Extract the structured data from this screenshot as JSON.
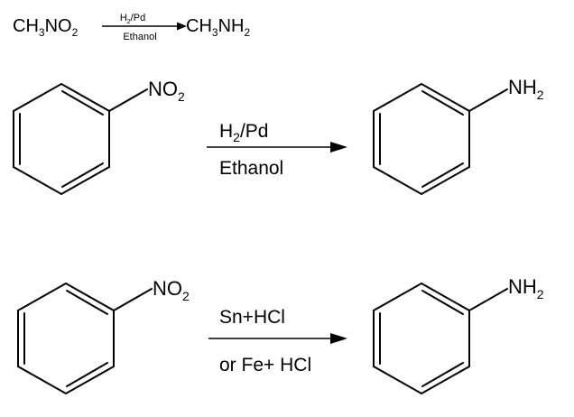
{
  "reaction1": {
    "reactant": {
      "main": "CH",
      "sub1": "3",
      "mid": "NO",
      "sub2": "2"
    },
    "above": {
      "main": "H",
      "sub": "2",
      "rest": "/Pd"
    },
    "below": "Ethanol",
    "product": {
      "main": "CH",
      "sub1": "3",
      "mid": "NH",
      "sub2": "2"
    }
  },
  "reaction2": {
    "reactant_group": {
      "main": "NO",
      "sub": "2"
    },
    "above": {
      "main": "H",
      "sub": "2",
      "rest": "/Pd"
    },
    "below": "Ethanol",
    "product_group": {
      "main": "NH",
      "sub": "2"
    }
  },
  "reaction3": {
    "reactant_group": {
      "main": "NO",
      "sub": "2"
    },
    "above": "Sn+HCl",
    "below": "or Fe+ HCl",
    "product_group": {
      "main": "NH",
      "sub": "2"
    }
  }
}
